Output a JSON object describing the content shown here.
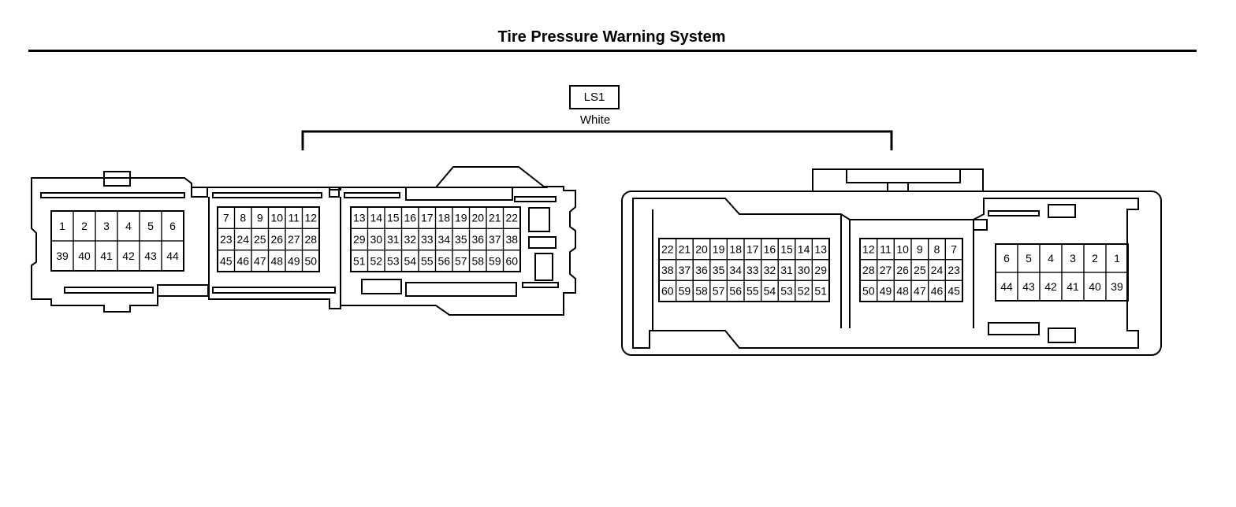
{
  "header": {
    "title": "Tire Pressure Warning System"
  },
  "connector": {
    "code": "LS1",
    "color": "White"
  },
  "left_view": {
    "block_a": {
      "rows": [
        [
          "1",
          "2",
          "3",
          "4",
          "5",
          "6"
        ],
        [
          "39",
          "40",
          "41",
          "42",
          "43",
          "44"
        ]
      ]
    },
    "block_b": {
      "rows": [
        [
          "7",
          "8",
          "9",
          "10",
          "11",
          "12"
        ],
        [
          "23",
          "24",
          "25",
          "26",
          "27",
          "28"
        ],
        [
          "45",
          "46",
          "47",
          "48",
          "49",
          "50"
        ]
      ]
    },
    "block_c": {
      "rows": [
        [
          "13",
          "14",
          "15",
          "16",
          "17",
          "18",
          "19",
          "20",
          "21",
          "22"
        ],
        [
          "29",
          "30",
          "31",
          "32",
          "33",
          "34",
          "35",
          "36",
          "37",
          "38"
        ],
        [
          "51",
          "52",
          "53",
          "54",
          "55",
          "56",
          "57",
          "58",
          "59",
          "60"
        ]
      ]
    }
  },
  "right_view": {
    "block_a": {
      "rows": [
        [
          "22",
          "21",
          "20",
          "19",
          "18",
          "17",
          "16",
          "15",
          "14",
          "13"
        ],
        [
          "38",
          "37",
          "36",
          "35",
          "34",
          "33",
          "32",
          "31",
          "30",
          "29"
        ],
        [
          "60",
          "59",
          "58",
          "57",
          "56",
          "55",
          "54",
          "53",
          "52",
          "51"
        ]
      ]
    },
    "block_b": {
      "rows": [
        [
          "12",
          "11",
          "10",
          "9",
          "8",
          "7"
        ],
        [
          "28",
          "27",
          "26",
          "25",
          "24",
          "23"
        ],
        [
          "50",
          "49",
          "48",
          "47",
          "46",
          "45"
        ]
      ]
    },
    "block_c": {
      "rows": [
        [
          "6",
          "5",
          "4",
          "3",
          "2",
          "1"
        ],
        [
          "44",
          "43",
          "42",
          "41",
          "40",
          "39"
        ]
      ]
    }
  }
}
